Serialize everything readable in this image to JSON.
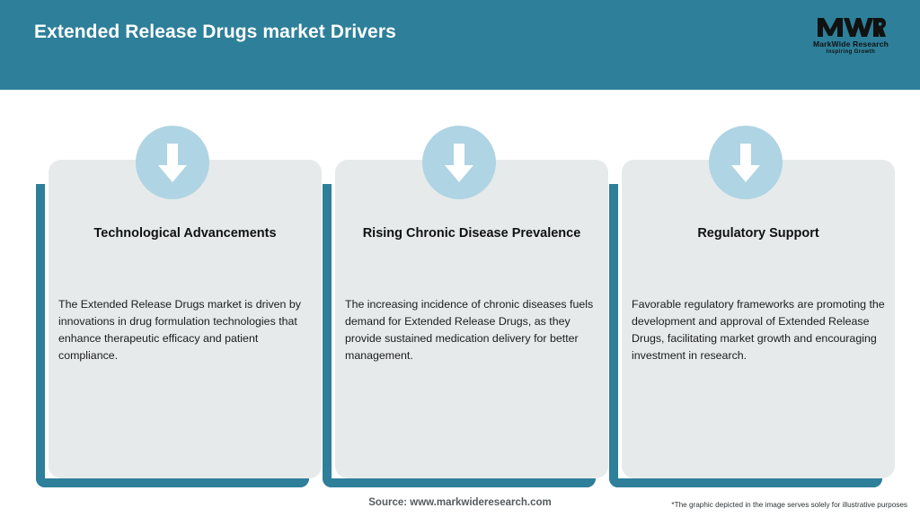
{
  "header": {
    "title": "Extended Release Drugs market Drivers",
    "background_color": "#2E7F99",
    "title_color": "#FFFFFF"
  },
  "logo": {
    "mark": "MWR",
    "name": "MarkWide Research",
    "tagline": "Inspiring Growth"
  },
  "theme": {
    "accent_color": "#2E7F99",
    "circle_color": "#AFD4E3",
    "card_background": "#E6EAEB",
    "arrow_color": "#FFFFFF"
  },
  "cards": [
    {
      "icon": "arrow-down-icon",
      "title": "Technological Advancements",
      "body": "The Extended Release Drugs market is driven by innovations in drug formulation technologies that enhance therapeutic efficacy and patient compliance."
    },
    {
      "icon": "arrow-down-icon",
      "title": "Rising Chronic Disease Prevalence",
      "body": "The increasing incidence of chronic diseases fuels demand for Extended Release Drugs, as they provide sustained medication delivery for better management."
    },
    {
      "icon": "arrow-down-icon",
      "title": "Regulatory Support",
      "body": "Favorable regulatory frameworks are promoting the development and approval of Extended Release Drugs, facilitating market growth and encouraging investment in research."
    }
  ],
  "footer": {
    "source": "Source: www.markwideresearch.com",
    "disclaimer": "*The graphic depicted in the image serves solely for illustrative purposes"
  }
}
